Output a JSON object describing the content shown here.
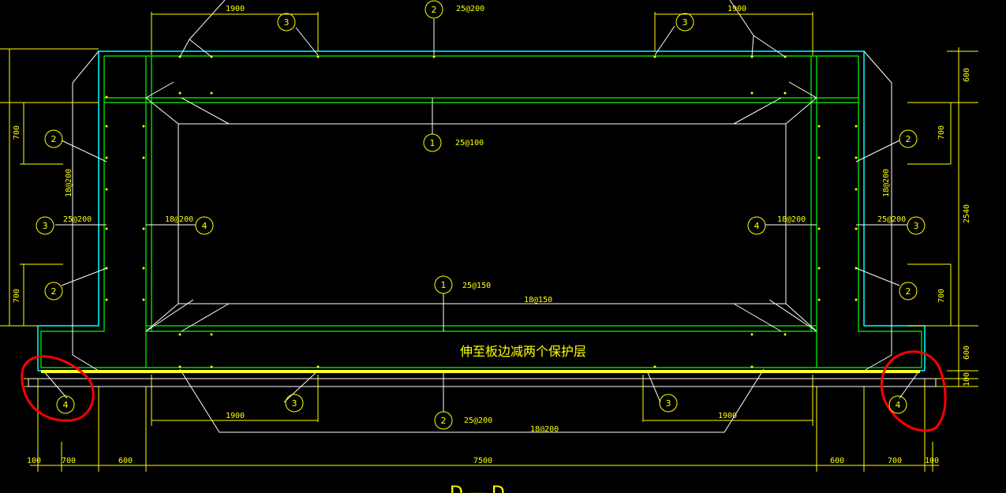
{
  "colors": {
    "background": "#000000",
    "dimension": "#ffff00",
    "concrete": "#00ffff",
    "rebar": "#00ff00",
    "leader": "#ffffff",
    "markup": "#ff0000",
    "highlight": "#ffff33"
  },
  "annotation": {
    "note": "伸至板边减两个保护层"
  },
  "section_label": "D — D",
  "dims": {
    "top_1900_left": "1900",
    "top_1900_right": "1900",
    "right_600_top": "600",
    "right_700_top": "700",
    "right_2540": "2540",
    "right_700_bottom": "700",
    "right_600_bottom": "600",
    "right_100": "100",
    "left_700_top": "700",
    "left_700_bottom": "700",
    "bottom_1900_left": "1900",
    "bottom_1900_right": "1900",
    "bottom_chain": [
      "100",
      "700",
      "600",
      "7500",
      "600",
      "700",
      "100"
    ]
  },
  "rebar_labels": {
    "top_25_200": "25@200",
    "inner_25_100": "25@100",
    "inner_25_150": "25@150",
    "inner_18_150": "18@150",
    "left_18_200_vert": "18@200",
    "right_18_200_vert": "18@200",
    "left_25_200": "25@200",
    "right_25_200": "25@200",
    "left_inner_18_200": "18@200",
    "right_inner_18_200": "18@200",
    "bottom_25_200": "25@200",
    "bottom_18_200": "18@200"
  },
  "bubbles": {
    "b2_top": "2",
    "b3_top_left": "3",
    "b3_top_right": "3",
    "b1_upper": "1",
    "b1_lower": "1",
    "b2_left_top": "2",
    "b2_left_bottom": "2",
    "b3_left": "3",
    "b4_left_inner": "4",
    "b2_right_top": "2",
    "b2_right_bottom": "2",
    "b3_right": "3",
    "b4_right_inner": "4",
    "b4_bottom_left": "4",
    "b4_bottom_right": "4",
    "b3_bottom_left": "3",
    "b3_bottom_right": "3",
    "b2_bottom": "2"
  }
}
